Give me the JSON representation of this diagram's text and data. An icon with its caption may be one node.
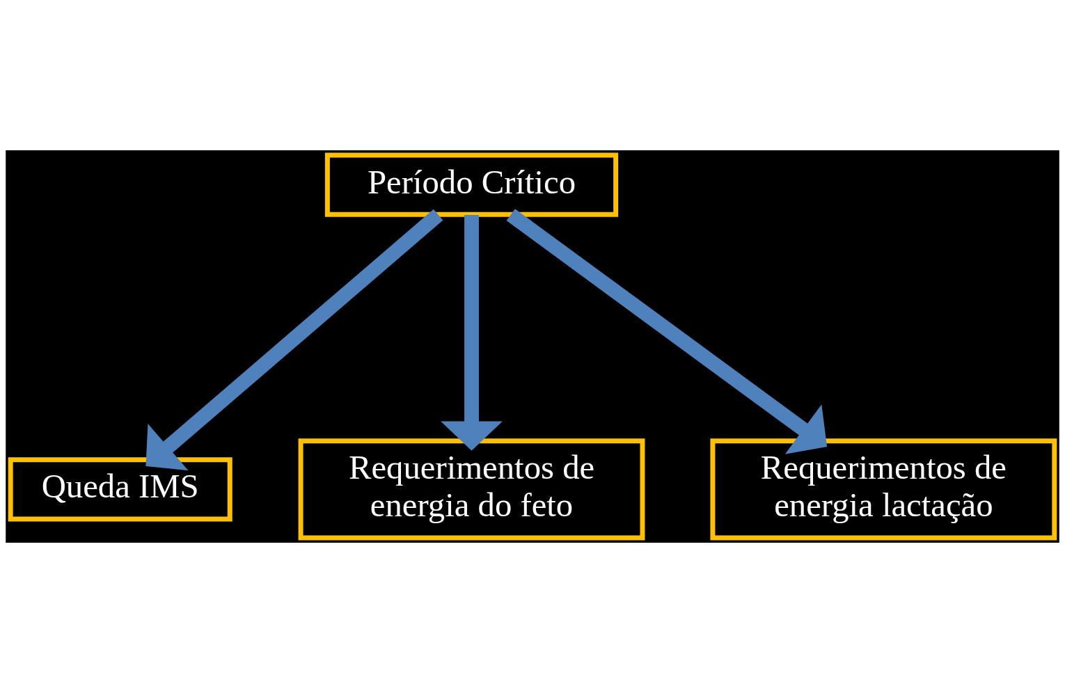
{
  "diagram": {
    "nodes": [
      {
        "text": [
          "Período Crítico"
        ]
      },
      {
        "text": [
          "Queda IMS"
        ]
      },
      {
        "text": [
          "Requerimentos de energia do feto"
        ]
      },
      {
        "text": [
          "Requerimentos de energia lactação"
        ]
      }
    ],
    "edges": [
      {
        "from": 0,
        "to": 1,
        "arrow": "to"
      },
      {
        "from": 0,
        "to": 2,
        "arrow": "to"
      },
      {
        "from": 0,
        "to": 3,
        "arrow": "to"
      }
    ]
  }
}
